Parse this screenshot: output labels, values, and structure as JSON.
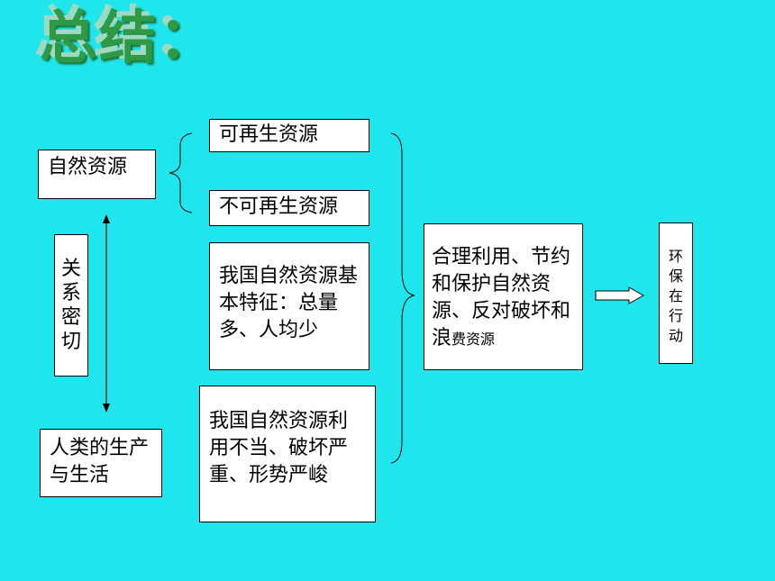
{
  "title": "总结：",
  "boxes": {
    "natural_resources": "自然资源",
    "closely_related": "关系密切",
    "human_life": "人类的生产与生活",
    "renewable": "可再生资源",
    "nonrenewable": "不可再生资源",
    "features": "我国自然资源基本特征：总量多、人均少",
    "misuse": "我国自然资源利用不当、破坏严重、形势严峻",
    "action_main": "合理利用、节约和保护自然资源、反对破坏和浪",
    "action_tail": "费资源",
    "env": "环保在行动"
  },
  "colors": {
    "background": "#1fe6ec",
    "title_fill": "#2f9a46"
  }
}
